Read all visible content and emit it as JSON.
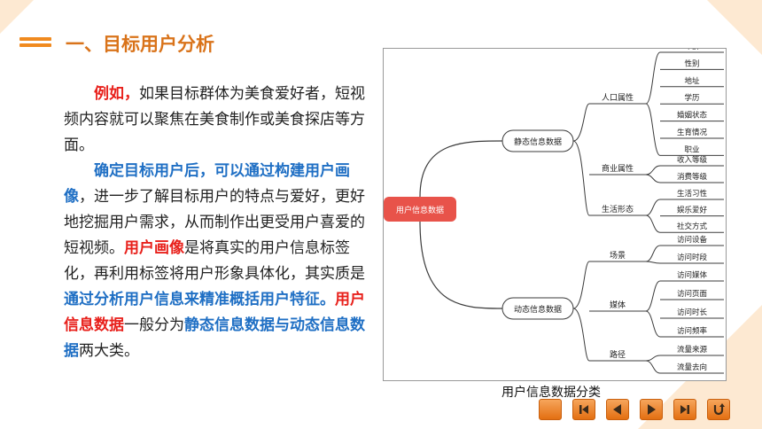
{
  "title": "一、目标用户分析",
  "body": {
    "p1": [
      {
        "t": "例如，",
        "s": "red"
      },
      {
        "t": "如果目标群体为美食爱好者，短视频内容就可以聚焦在美食制作或美食探店等方面。",
        "s": ""
      }
    ],
    "p2": [
      {
        "t": "确定目标用户后，可以通过构建用户画像",
        "s": "blue"
      },
      {
        "t": "，进一步了解目标用户的特点与爱好，更好地挖掘用户需求，从而制作出更受用户喜爱的短视频。",
        "s": ""
      },
      {
        "t": "用户画像",
        "s": "red"
      },
      {
        "t": "是将真实的用户信息标签化，再利用标签将用户形象具体化，其实质是",
        "s": ""
      },
      {
        "t": "通过分析用户信息来精准概括用户特征。",
        "s": "blue"
      },
      {
        "t": "用户信息数据",
        "s": "red"
      },
      {
        "t": "一般分为",
        "s": ""
      },
      {
        "t": "静态信息数据与动态信息数据",
        "s": "blue"
      },
      {
        "t": "两大类。",
        "s": ""
      }
    ]
  },
  "mindmap": {
    "root": "用户信息数据",
    "static_label": "静态信息数据",
    "dynamic_label": "动态信息数据",
    "static_groups": [
      {
        "label": "人口属性",
        "items": [
          "年龄",
          "性别",
          "地址",
          "学历",
          "婚姻状态",
          "生育情况",
          "职业"
        ]
      },
      {
        "label": "商业属性",
        "items": [
          "收入等级",
          "消费等级"
        ]
      },
      {
        "label": "生活形态",
        "items": [
          "生活习性",
          "娱乐爱好",
          "社交方式"
        ]
      }
    ],
    "dynamic_groups": [
      {
        "label": "场景",
        "items": [
          "访问设备",
          "访问时段"
        ]
      },
      {
        "label": "媒体",
        "items": [
          "访问媒体",
          "访问页面",
          "访问时长",
          "访问频率"
        ]
      },
      {
        "label": "路径",
        "items": [
          "流量来源",
          "流量去向"
        ]
      }
    ],
    "accent": "#e8534a"
  },
  "caption": "用户信息数据分类",
  "nav": [
    {
      "name": "home-button",
      "icon": "square-icon"
    },
    {
      "name": "first-page-button",
      "icon": "skip-first-icon"
    },
    {
      "name": "previous-page-button",
      "icon": "previous-icon"
    },
    {
      "name": "next-page-button",
      "icon": "next-icon"
    },
    {
      "name": "last-page-button",
      "icon": "skip-last-icon"
    },
    {
      "name": "return-button",
      "icon": "return-icon"
    }
  ]
}
